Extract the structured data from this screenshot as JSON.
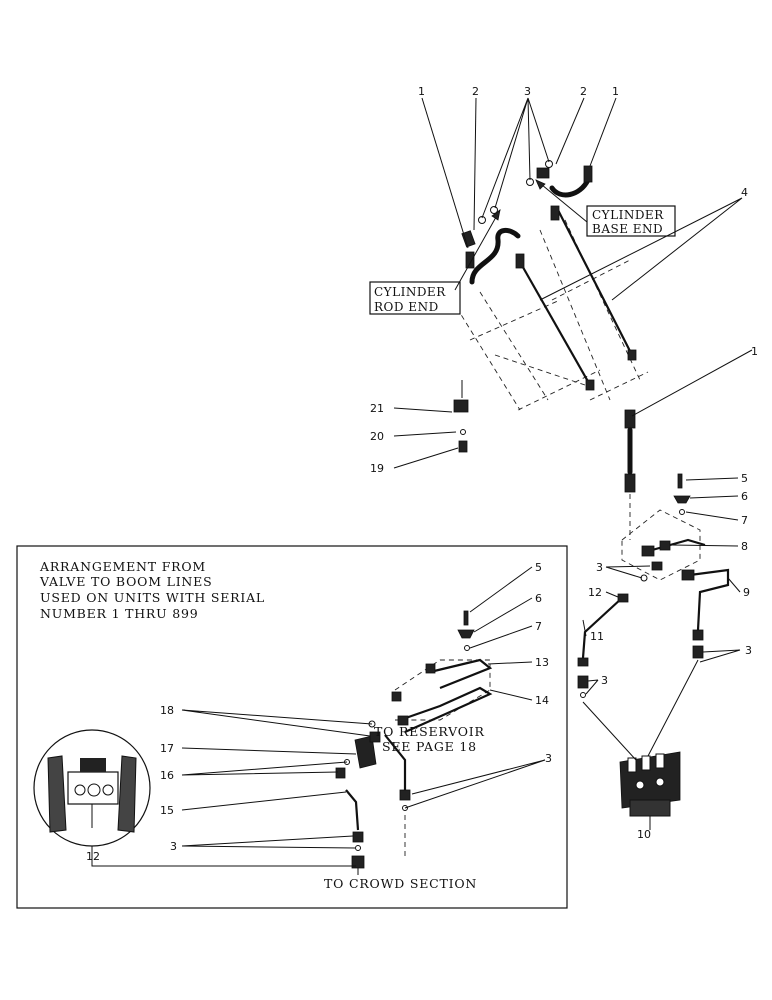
{
  "callouts": {
    "c1a": "1",
    "c2a": "2",
    "c3a": "3",
    "c2b": "2",
    "c1b": "1",
    "c4": "4",
    "c1c": "1",
    "c21": "21",
    "c20": "20",
    "c19": "19",
    "c5": "5",
    "c6": "6",
    "c7": "7",
    "c8": "8",
    "c3b": "3",
    "c12a": "12",
    "c9": "9",
    "c11": "11",
    "c3c": "3",
    "c3d": "3",
    "c10": "10",
    "i5": "5",
    "i6": "6",
    "i7": "7",
    "i13": "13",
    "i14": "14",
    "i18": "18",
    "i17": "17",
    "i16": "16",
    "i15": "15",
    "i3a": "3",
    "i3b": "3",
    "i12": "12"
  },
  "labels": {
    "cyl_base_1": "CYLINDER",
    "cyl_base_2": "BASE END",
    "cyl_rod_1": "CYLINDER",
    "cyl_rod_2": "ROD END",
    "inset_title_1": "ARRANGEMENT FROM",
    "inset_title_2": "VALVE TO BOOM LINES",
    "inset_title_3": "USED ON UNITS WITH SERIAL",
    "inset_title_4": "NUMBER 1 THRU 899",
    "reservoir_1": "TO RESERVOIR",
    "reservoir_2": "SEE PAGE 18",
    "crowd": "TO CROWD SECTION"
  }
}
